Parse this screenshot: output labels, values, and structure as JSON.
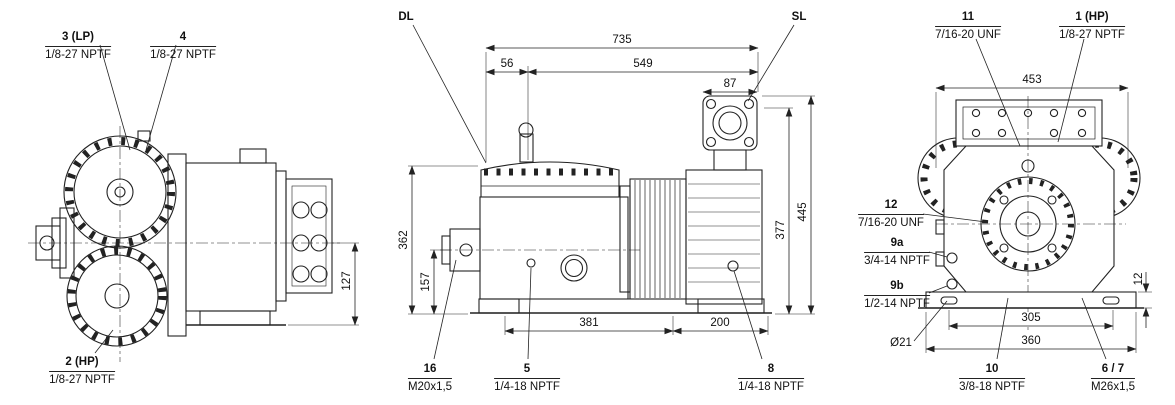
{
  "drawing": {
    "type": "technical-orthographic",
    "subject": "compressor dimensional drawing, three views",
    "line_color": "#222222",
    "background": "#ffffff"
  },
  "views": {
    "left": {
      "name": "left side view",
      "callouts": {
        "p3": {
          "title": "3 (LP)",
          "spec": "1/8-27 NPTF"
        },
        "p4": {
          "title": "4",
          "spec": "1/8-27 NPTF"
        },
        "p2": {
          "title": "2 (HP)",
          "spec": "1/8-27 NPTF"
        }
      },
      "dims": {
        "d127": "127"
      }
    },
    "front": {
      "name": "front view",
      "callouts": {
        "dl": {
          "title": "DL"
        },
        "sl": {
          "title": "SL"
        },
        "p16": {
          "title": "16",
          "spec": "M20x1,5"
        },
        "p5": {
          "title": "5",
          "spec": "1/4-18 NPTF"
        },
        "p8": {
          "title": "8",
          "spec": "1/4-18 NPTF"
        }
      },
      "dims": {
        "d735": "735",
        "d56": "56",
        "d549": "549",
        "d87": "87",
        "d362": "362",
        "d157": "157",
        "d377": "377",
        "d445": "445",
        "d381": "381",
        "d200": "200"
      }
    },
    "end": {
      "name": "end view",
      "callouts": {
        "p11": {
          "title": "11",
          "spec": "7/16-20 UNF"
        },
        "p1": {
          "title": "1 (HP)",
          "spec": "1/8-27 NPTF"
        },
        "p12": {
          "title": "12",
          "spec": "7/16-20 UNF"
        },
        "p9a": {
          "title": "9a",
          "spec": "3/4-14 NPTF"
        },
        "p9b": {
          "title": "9b",
          "spec": "1/2-14 NPTF"
        },
        "p10": {
          "title": "10",
          "spec": "3/8-18 NPTF"
        },
        "p67": {
          "title": "6 / 7",
          "spec": "M26x1,5"
        },
        "hole": {
          "title": "Ø21"
        }
      },
      "dims": {
        "d453": "453",
        "d305": "305",
        "d360": "360",
        "d12": "12"
      }
    }
  }
}
